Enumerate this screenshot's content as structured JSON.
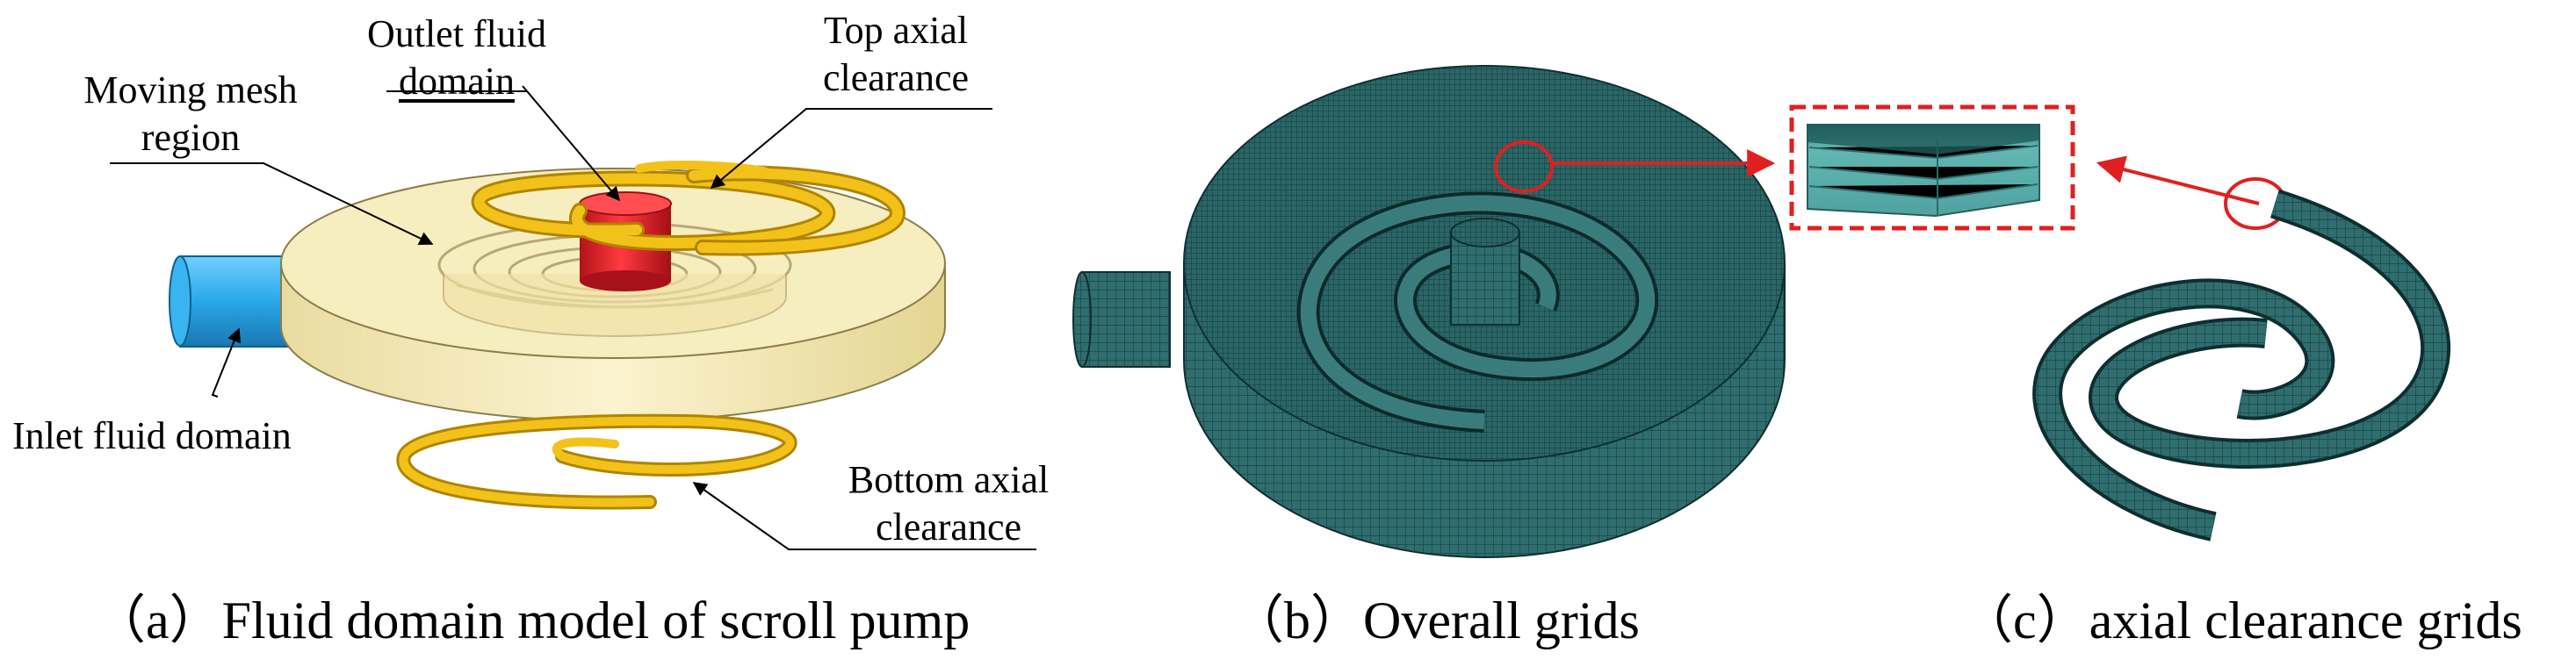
{
  "panel_a": {
    "labels": {
      "outlet_line1": "Outlet fluid",
      "outlet_line2": "domain",
      "top_line1": "Top axial",
      "top_line2": "clearance",
      "moving_line1": "Moving mesh",
      "moving_line2": "region",
      "inlet": "Inlet fluid domain",
      "bottom_line1": "Bottom axial",
      "bottom_line2": "clearance"
    },
    "caption": "（a）Fluid domain model of scroll pump"
  },
  "panel_b": {
    "caption": "（b）Overall grids"
  },
  "panel_c": {
    "caption": "（c）axial clearance grids"
  },
  "colors": {
    "body_cream": "#f7eebf",
    "scroll_gold": "#f2c21b",
    "outlet_red": "#e81c24",
    "inlet_blue": "#2aa7e8",
    "mesh_teal": "#2f6d6e",
    "callout_red": "#e0201f"
  }
}
